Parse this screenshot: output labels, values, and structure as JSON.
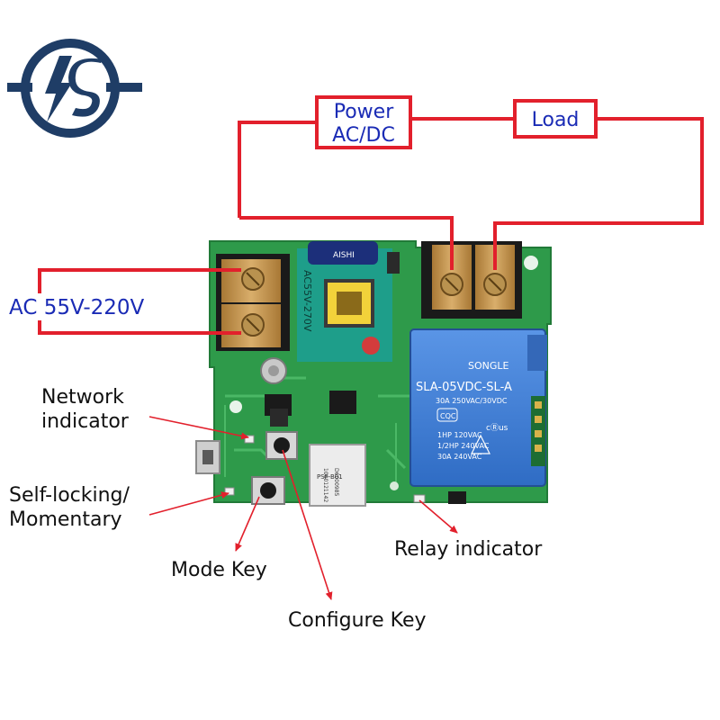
{
  "labels": {
    "power_line1": "Power",
    "power_line2": "AC/DC",
    "load": "Load",
    "ac_input": "AC 55V-220V",
    "network_line1": "Network",
    "network_line2": "indicator",
    "selflock_line1": "Self-locking/",
    "selflock_line2": "Momentary",
    "mode_key": "Mode Key",
    "configure_key": "Configure Key",
    "relay_indicator": "Relay indicator"
  },
  "components": {
    "psu_marking": "AC55V-270V",
    "psu_cap_marking": "AISHI",
    "relay_brand": "SONGLE",
    "relay_model": "SLA-05VDC-SL-A",
    "relay_rating_1": "30A 250VAC/30VDC",
    "relay_rating_2": "1HP 120VAC",
    "relay_rating_3": "1/2HP 240VAC",
    "relay_rating_4": "30A 240VAC",
    "relay_cqc": "CQC",
    "relay_ul": "cⓇus",
    "wifi_module_1": "PSF-B01",
    "wifi_module_2": "1000121142",
    "wifi_module_3": "D6000985"
  },
  "colors": {
    "wire": "#e2202c",
    "label_blue": "#1a2bb5",
    "pcb_green": "#2e9a4a",
    "relay_blue": "#3f7fd8",
    "logo_navy": "#1f3d66",
    "terminal_amber": "#c89a52"
  },
  "icons": {
    "brand_logo": "lightning-s-logo-icon"
  }
}
